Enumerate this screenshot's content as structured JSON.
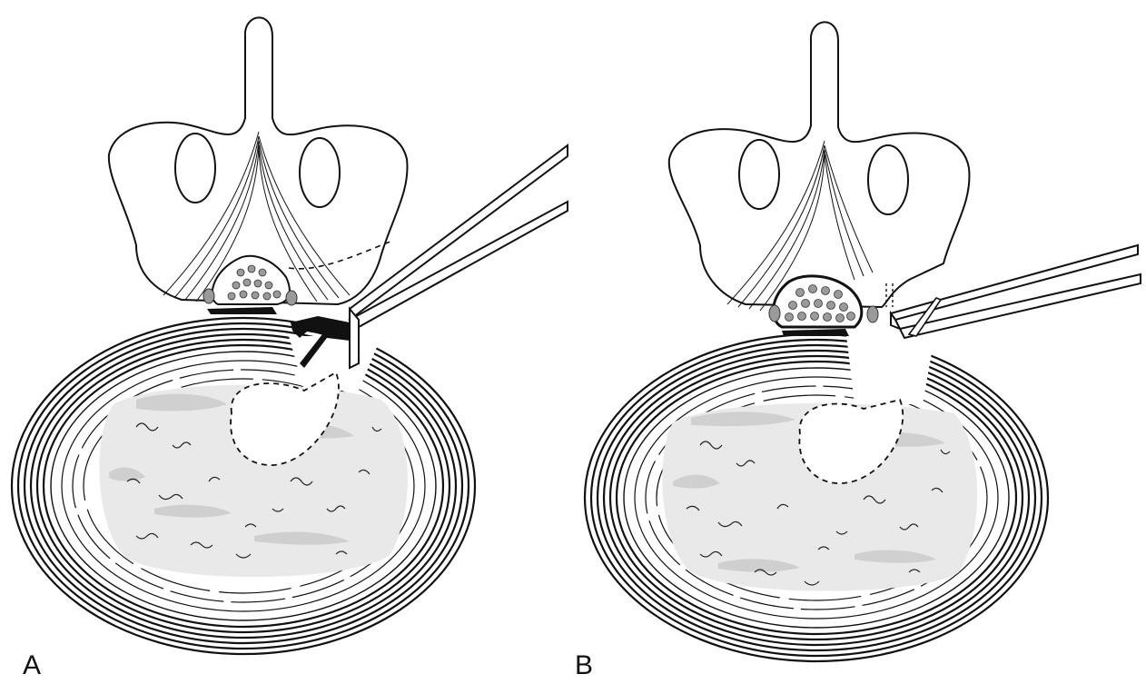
{
  "figure": {
    "panels": [
      {
        "label": "A",
        "instrument": "pituitary-rongeur-jaws"
      },
      {
        "label": "B",
        "instrument": "straight-cannula-probe"
      }
    ],
    "colors": {
      "line": "#111111",
      "nucleus_fill": "#e9e9e9",
      "nucleus_shade": "#c9c9c9",
      "nerve_fill": "#9a9a9a"
    }
  }
}
